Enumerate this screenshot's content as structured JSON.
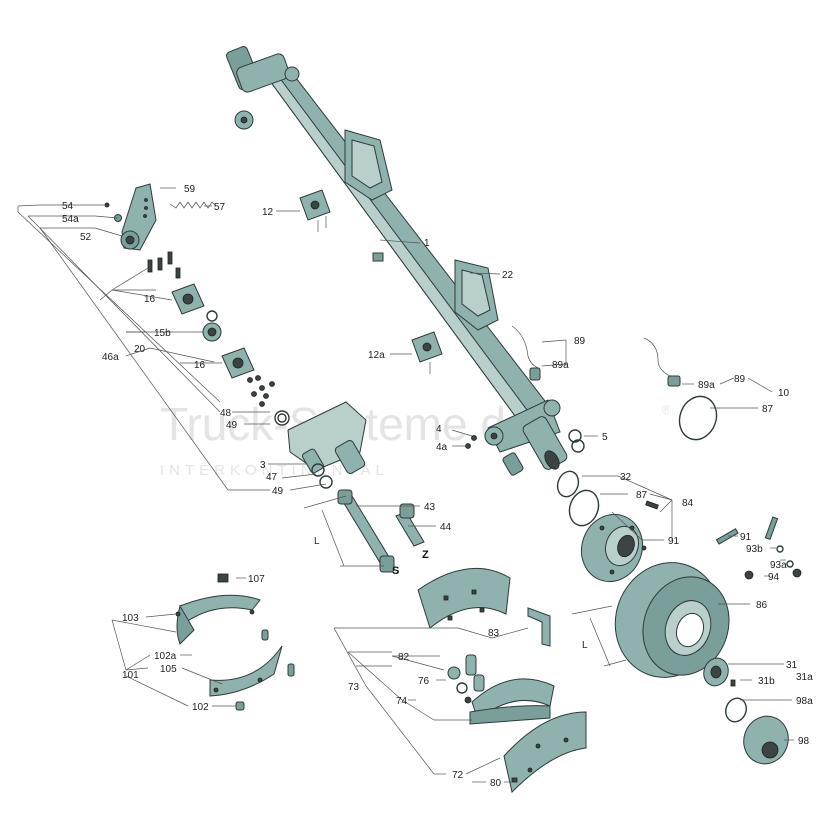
{
  "watermark": {
    "title": "Truck-Systeme.de",
    "subtitle": "INTERKONTINENTAL",
    "registered": "®"
  },
  "labels": {
    "p1": "1",
    "p3": "3",
    "p4": "4",
    "p4a": "4a",
    "p5": "5",
    "p10": "10",
    "p12": "12",
    "p12a": "12a",
    "p15b": "15b",
    "p16a": "16",
    "p16b": "16",
    "p20": "20",
    "p22": "22",
    "p31": "31",
    "p31a": "31a",
    "p31b": "31b",
    "p32": "32",
    "p43": "43",
    "p44": "44",
    "p46a": "46a",
    "p47": "47",
    "p48": "48",
    "p49a": "49",
    "p49b": "49",
    "p52": "52",
    "p54": "54",
    "p54a": "54a",
    "p57": "57",
    "p59": "59",
    "p72": "72",
    "p73": "73",
    "p74": "74",
    "p76": "76",
    "p80": "80",
    "p82": "82",
    "p83": "83",
    "p84": "84",
    "p86": "86",
    "p87a": "87",
    "p87b": "87",
    "p89a": "89",
    "p89aa": "89a",
    "p89b": "89",
    "p89ab": "89a",
    "p91a": "91",
    "p91b": "91",
    "p93a": "93a",
    "p93b": "93b",
    "p94": "94",
    "p98": "98",
    "p98a": "98a",
    "p101": "101",
    "p102": "102",
    "p102a": "102a",
    "p103": "103",
    "p105": "105",
    "p107": "107",
    "dimL1": "L",
    "dimL2": "L",
    "markS": "S",
    "markZ": "Z"
  },
  "colors": {
    "part": "#8fb2ae",
    "outline": "#2e3b3a",
    "watermark": "#e4e4e4"
  }
}
